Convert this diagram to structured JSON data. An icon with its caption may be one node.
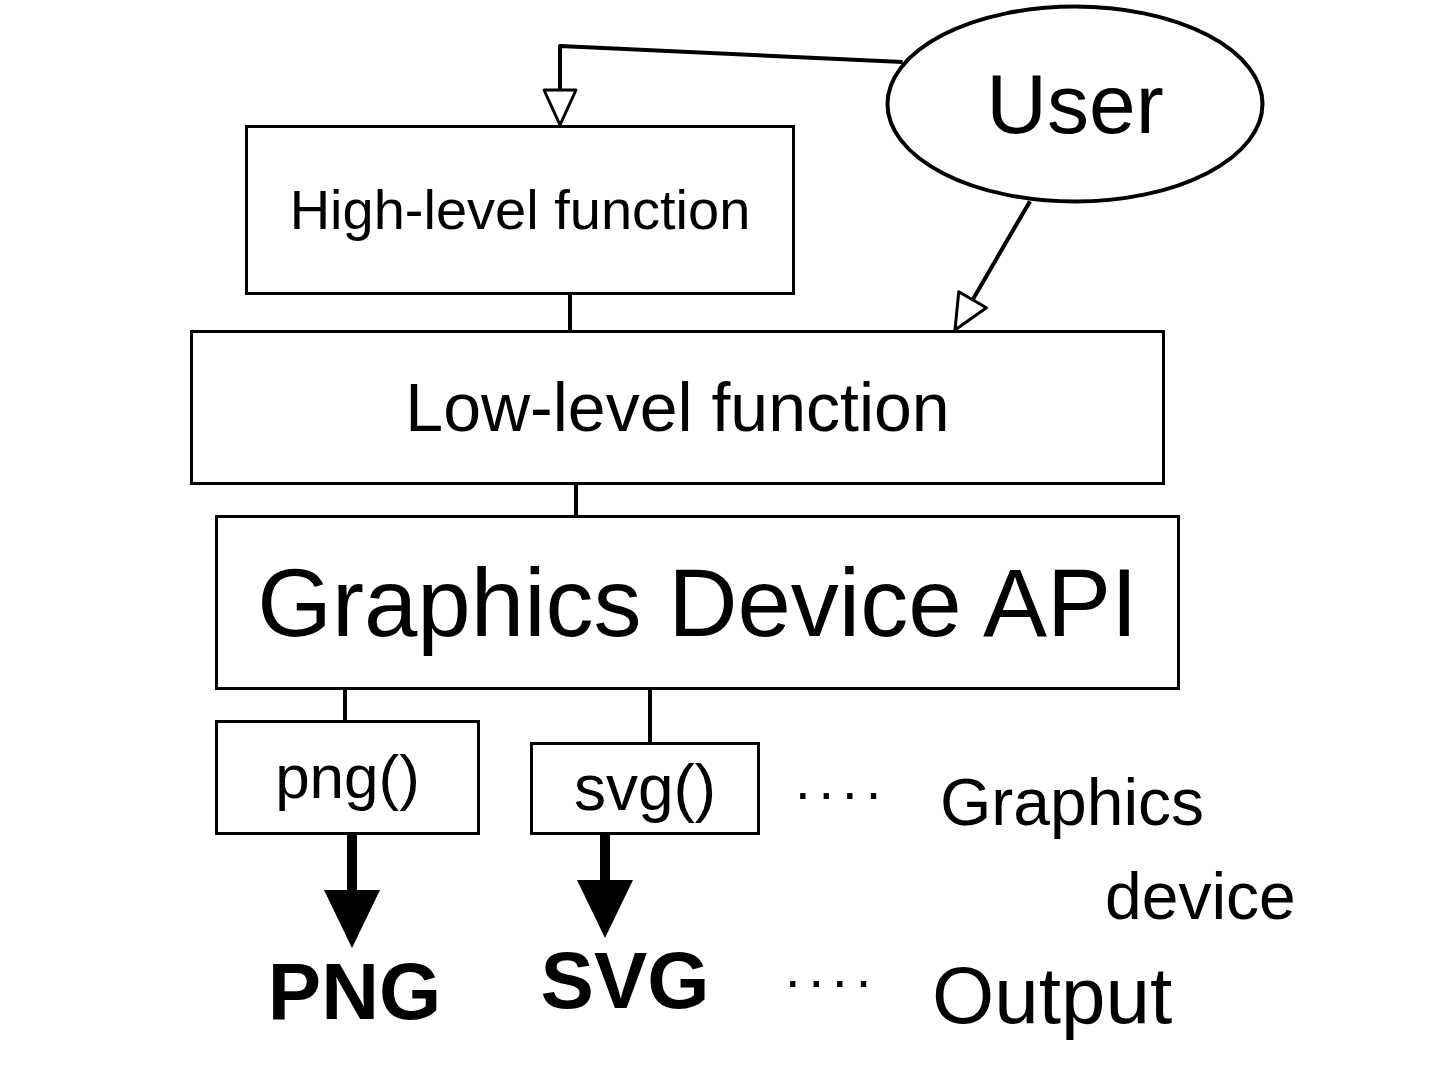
{
  "diagram": {
    "nodes": [
      {
        "text": [
          "User"
        ]
      },
      {
        "text": [
          "High-level function"
        ]
      },
      {
        "text": [
          "Low-level function"
        ]
      },
      {
        "text": [
          "Graphics Device API"
        ]
      },
      {
        "text": [
          "png()"
        ]
      },
      {
        "text": [
          "svg()"
        ]
      },
      {
        "text": [
          "PNG"
        ]
      },
      {
        "text": [
          "SVG"
        ]
      }
    ],
    "edges": [
      {
        "from": 0,
        "to": 1,
        "arrow": "to"
      },
      {
        "from": 0,
        "to": 2,
        "arrow": "to"
      },
      {
        "from": 1,
        "to": 2,
        "arrow": "none"
      },
      {
        "from": 2,
        "to": 3,
        "arrow": "none"
      },
      {
        "from": 3,
        "to": 4,
        "arrow": "none"
      },
      {
        "from": 3,
        "to": 5,
        "arrow": "none"
      },
      {
        "from": 4,
        "to": 6,
        "arrow": "to",
        "style": "thick"
      },
      {
        "from": 5,
        "to": 7,
        "arrow": "to",
        "style": "thick"
      }
    ],
    "labels": [
      "....",
      "Graphics device",
      "....",
      "Output"
    ]
  }
}
